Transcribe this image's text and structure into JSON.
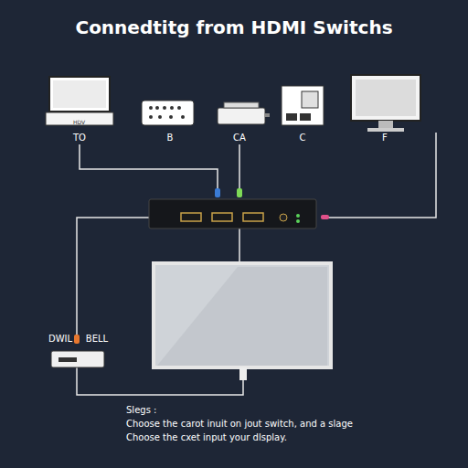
{
  "diagram": {
    "title": "Connedtitg from HDMI Switchs",
    "nodes": [
      {
        "text": [
          "TO"
        ]
      },
      {
        "text": [
          "B"
        ]
      },
      {
        "text": [
          "CA"
        ]
      },
      {
        "text": [
          "C"
        ]
      },
      {
        "text": [
          "F"
        ]
      },
      {
        "text": [
          "DWIL",
          "BELL"
        ]
      }
    ],
    "labels": [
      "HDV",
      "Slegs :",
      "Choose the carot inuit on jout switch, and a slage",
      "Choose the cxet input your dlsplay."
    ]
  }
}
